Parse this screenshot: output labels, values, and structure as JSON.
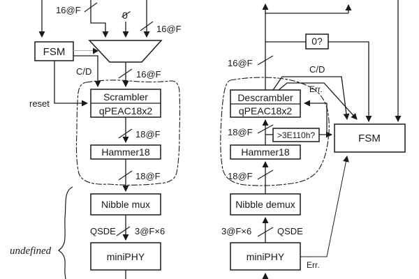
{
  "colors": {
    "line": "#1a1a1a",
    "gray_line": "#aaaaaa",
    "background": "#ffffff"
  },
  "left": {
    "fsm_label": "FSM",
    "top_bus_label": "16@F",
    "zero_label": "0",
    "right_bus_label": "16@F",
    "mux_out_label": "16@F",
    "cd_label": "C/D",
    "reset_label": "reset",
    "scrambler_line1": "Scrambler",
    "scrambler_line2": "qPEAC18x2",
    "bus18_label_1": "18@F",
    "hammer_label": "Hammer18",
    "bus18_label_2": "18@F",
    "nibble_label": "Nibble mux",
    "qsde_label": "QSDE",
    "bus3_label": "3@F×6",
    "miniphy_label": "miniPHY",
    "undefined_label": "undefined"
  },
  "right": {
    "bus16_label": "16@F",
    "zero_check_label": "0?",
    "cd_label": "C/D",
    "err_label_top": "Err.",
    "descrambler_line1": "Descrambler",
    "descrambler_line2": "qPEAC18x2",
    "bus18_label_1": "18@F",
    "threshold_check_label": ">3E110h?",
    "fsm_label": "FSM",
    "hammer_label": "Hammer18",
    "bus18_label_2": "18@F",
    "bus3_label": "3@F×6",
    "qsde_label": "QSDE",
    "nibble_label": "Nibble demux",
    "miniphy_label": "miniPHY",
    "err_label_bottom": "Err."
  }
}
